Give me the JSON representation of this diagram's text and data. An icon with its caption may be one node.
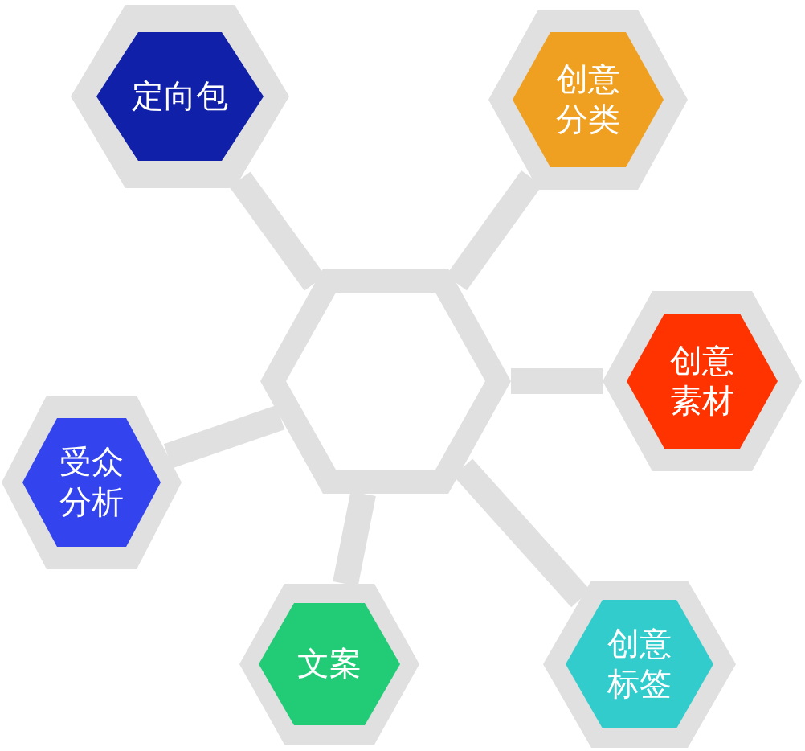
{
  "diagram": {
    "nodes": [
      {
        "text": [],
        "shape": "hexagon"
      },
      {
        "text": [
          "定向包"
        ]
      },
      {
        "text": [
          "创意分类"
        ]
      },
      {
        "text": [
          "创意素材"
        ]
      },
      {
        "text": [
          "受众分析"
        ]
      },
      {
        "text": [
          "文案"
        ]
      },
      {
        "text": [
          "创意标签"
        ]
      }
    ],
    "edges": [
      {
        "from": 0,
        "to": 1,
        "arrow": "none"
      },
      {
        "from": 0,
        "to": 2,
        "arrow": "none"
      },
      {
        "from": 0,
        "to": 3,
        "arrow": "none"
      },
      {
        "from": 0,
        "to": 4,
        "arrow": "none"
      },
      {
        "from": 0,
        "to": 5,
        "arrow": "none"
      },
      {
        "from": 0,
        "to": 6,
        "arrow": "none"
      }
    ]
  }
}
